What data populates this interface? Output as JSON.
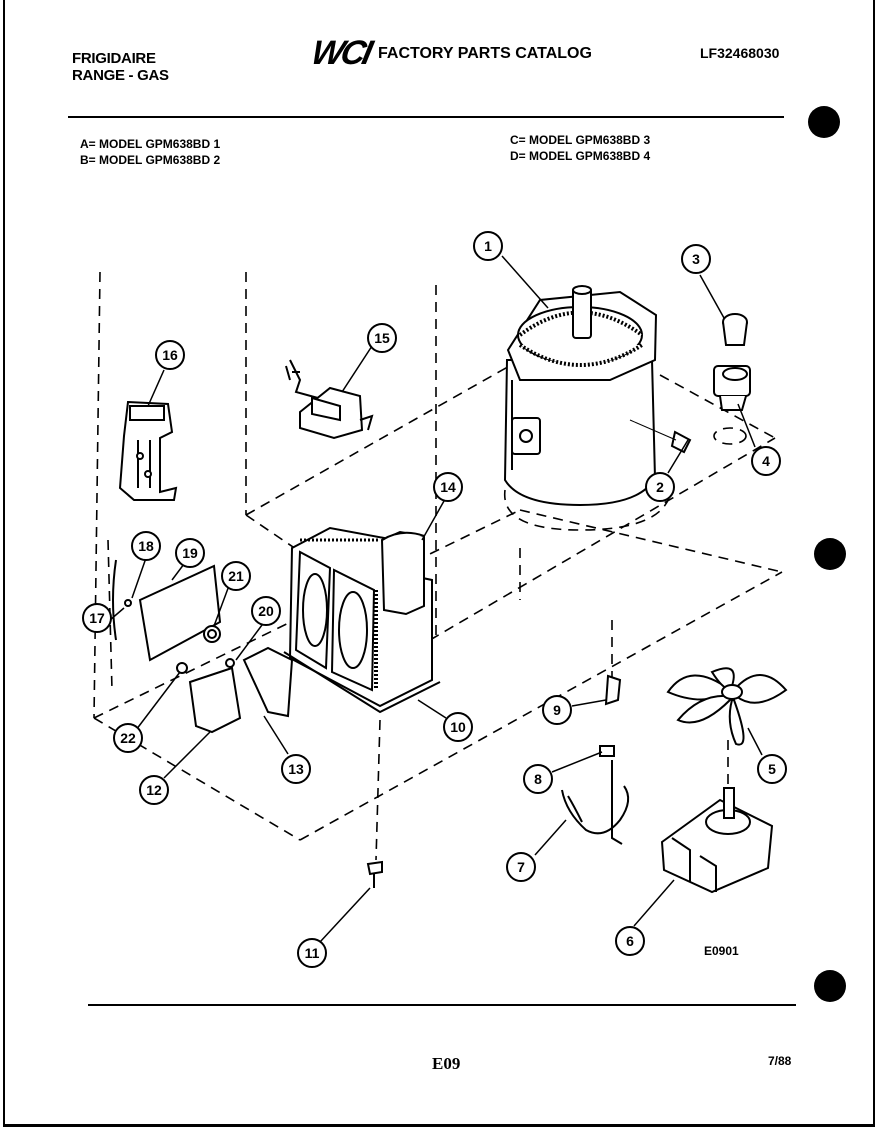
{
  "header": {
    "brand": "FRIGIDAIRE",
    "subtitle": "RANGE - GAS",
    "logo": "WCI",
    "catalog_title": "FACTORY PARTS CATALOG",
    "catalog_number": "LF32468030"
  },
  "models": {
    "a": "A= MODEL GPM638BD 1",
    "b": "B= MODEL GPM638BD 2",
    "c": "C= MODEL GPM638BD 3",
    "d": "D= MODEL GPM638BD 4"
  },
  "diagram": {
    "code": "E0901",
    "callouts": [
      "1",
      "2",
      "3",
      "4",
      "5",
      "6",
      "7",
      "8",
      "9",
      "10",
      "11",
      "12",
      "13",
      "14",
      "15",
      "16",
      "17",
      "18",
      "19",
      "20",
      "21",
      "22"
    ]
  },
  "footer": {
    "page": "E09",
    "date": "7/88"
  }
}
